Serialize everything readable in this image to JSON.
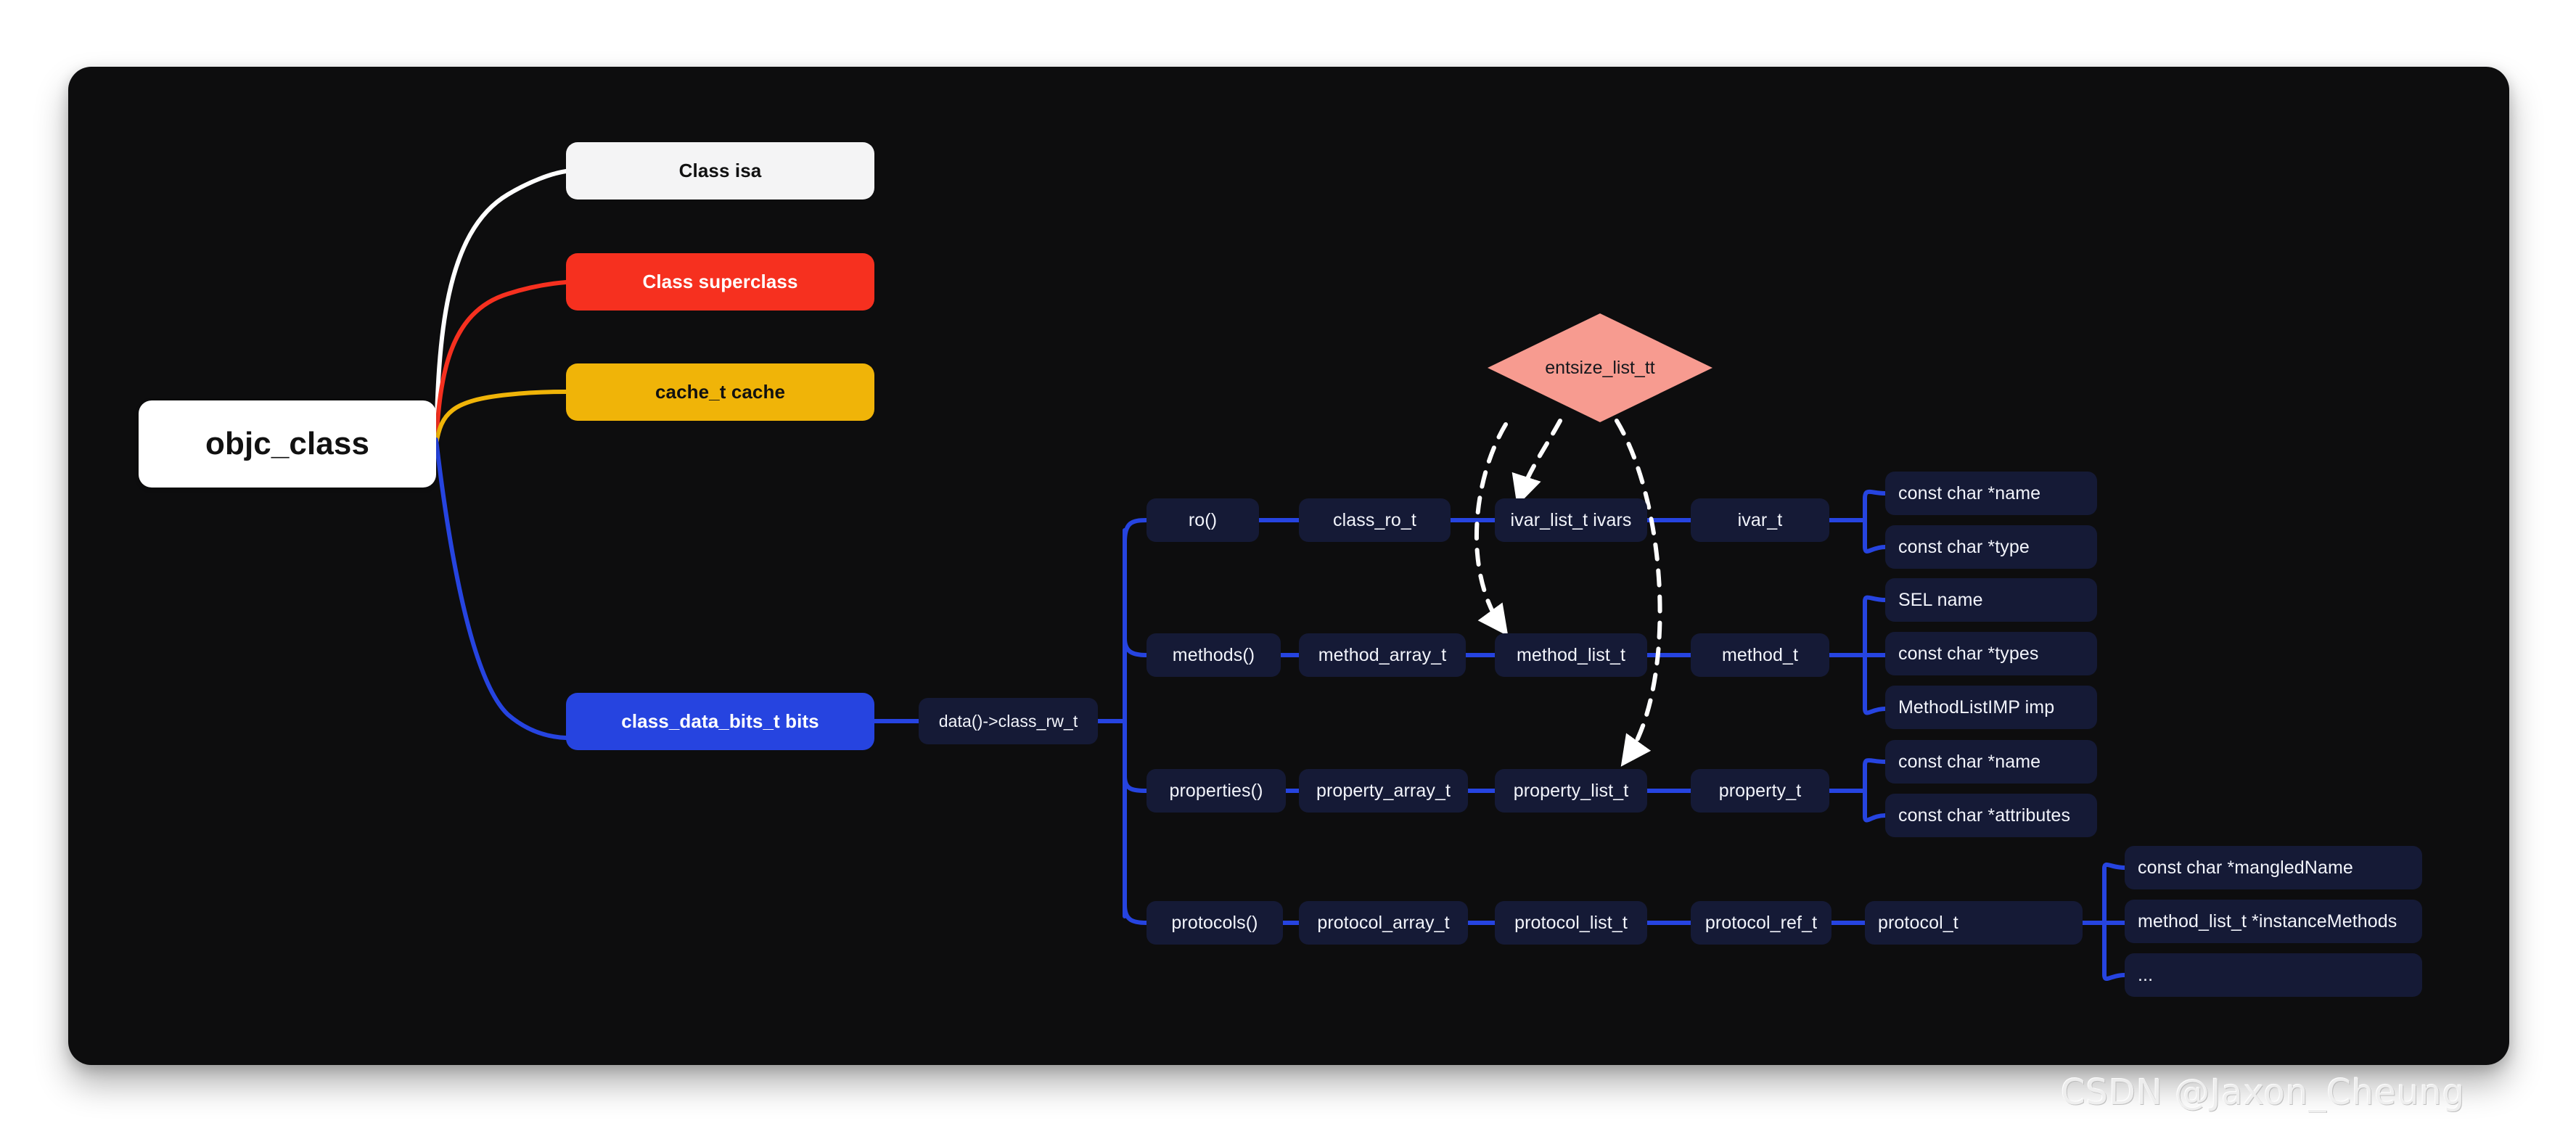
{
  "diagram": {
    "title": "objc_class structure mindmap",
    "watermark": "CSDN @Jaxon_Cheung",
    "colors": {
      "canvas": "#ffffff",
      "card_background": "#0d0d0e",
      "link_blue": "#2644e0",
      "link_white": "#ffffff",
      "link_red": "#f6301f",
      "link_yellow": "#f0b408",
      "node_dark": "#151a36",
      "node_text": "#f2f4fb",
      "diamond_fill": "#f79b90",
      "dashed_arrow": "#ffffff"
    },
    "root": {
      "label": "objc_class"
    },
    "branches": [
      {
        "label": "Class isa",
        "style": "white"
      },
      {
        "label": "Class superclass",
        "style": "red"
      },
      {
        "label": "cache_t cache",
        "style": "yellow"
      },
      {
        "label": "class_data_bits_t bits",
        "style": "blue"
      }
    ],
    "rw": {
      "label": "data()->class_rw_t"
    },
    "diamond": {
      "label": "entsize_list_tt"
    },
    "rows": [
      {
        "accessor": "ro()",
        "array": "class_ro_t",
        "list": "ivar_list_t ivars",
        "item": "ivar_t",
        "fields": [
          "const char *name",
          "const char *type"
        ]
      },
      {
        "accessor": "methods()",
        "array": "method_array_t",
        "list": "method_list_t",
        "item": "method_t",
        "fields": [
          "SEL name",
          "const char *types",
          "MethodListIMP imp"
        ]
      },
      {
        "accessor": "properties()",
        "array": "property_array_t",
        "list": "property_list_t",
        "item": "property_t",
        "fields": [
          "const char *name",
          "const char *attributes"
        ]
      },
      {
        "accessor": "protocols()",
        "array": "protocol_array_t",
        "list": "protocol_list_t",
        "item": "protocol_ref_t",
        "item2": "protocol_t",
        "fields": [
          "const char *mangledName",
          "method_list_t *instanceMethods",
          "..."
        ]
      }
    ],
    "dashed_links": [
      {
        "from": "entsize_list_tt",
        "to": "ivar_list_t ivars"
      },
      {
        "from": "entsize_list_tt",
        "to": "method_list_t"
      },
      {
        "from": "entsize_list_tt",
        "to": "property_list_t"
      }
    ]
  }
}
